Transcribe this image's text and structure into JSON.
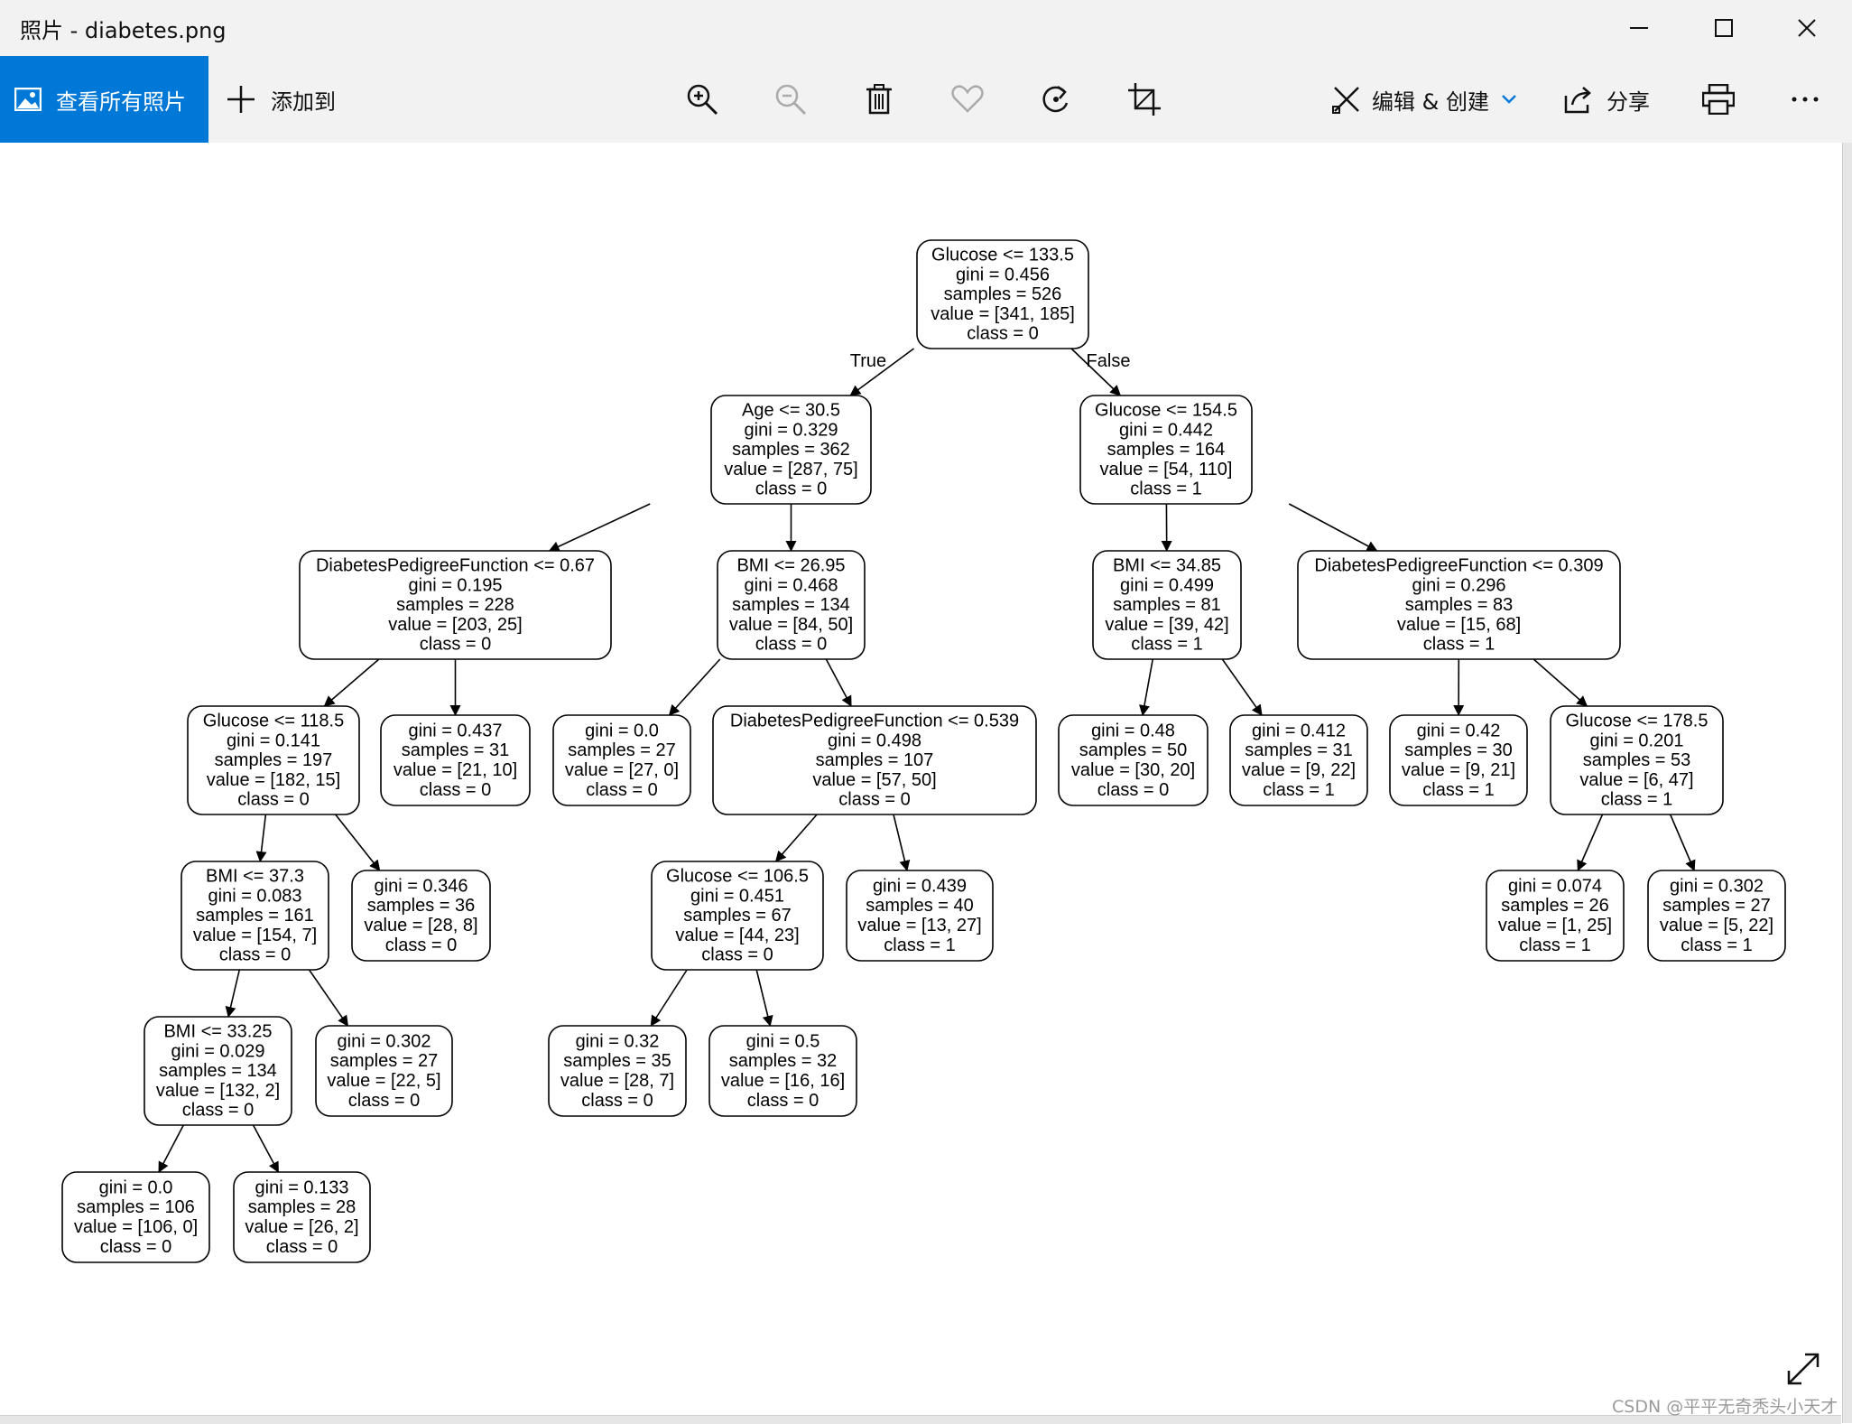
{
  "window": {
    "title": "照片 - diabetes.png"
  },
  "window_controls": {
    "minimize_icon": "minimize-icon",
    "maximize_icon": "maximize-icon",
    "close_icon": "close-icon"
  },
  "toolbar": {
    "view_all_label": "查看所有照片",
    "add_to_label": "添加到",
    "edit_create_label": "编辑 & 创建",
    "share_label": "分享",
    "accent_color": "#0078d7"
  },
  "tree": {
    "edge_labels": {
      "left": "True",
      "right": "False"
    },
    "nodes": [
      {
        "lines": [
          "Glucose <= 133.5",
          "gini = 0.456",
          "samples = 526",
          "value = [341, 185]",
          "class = 0"
        ]
      },
      {
        "lines": [
          "Age <= 30.5",
          "gini = 0.329",
          "samples = 362",
          "value = [287, 75]",
          "class = 0"
        ]
      },
      {
        "lines": [
          "Glucose <= 154.5",
          "gini = 0.442",
          "samples = 164",
          "value = [54, 110]",
          "class = 1"
        ]
      },
      {
        "lines": [
          "DiabetesPedigreeFunction <= 0.67",
          "gini = 0.195",
          "samples = 228",
          "value = [203, 25]",
          "class = 0"
        ]
      },
      {
        "lines": [
          "BMI <= 26.95",
          "gini = 0.468",
          "samples = 134",
          "value = [84, 50]",
          "class = 0"
        ]
      },
      {
        "lines": [
          "BMI <= 34.85",
          "gini = 0.499",
          "samples = 81",
          "value = [39, 42]",
          "class = 1"
        ]
      },
      {
        "lines": [
          "DiabetesPedigreeFunction <= 0.309",
          "gini = 0.296",
          "samples = 83",
          "value = [15, 68]",
          "class = 1"
        ]
      },
      {
        "lines": [
          "Glucose <= 118.5",
          "gini = 0.141",
          "samples = 197",
          "value = [182, 15]",
          "class = 0"
        ]
      },
      {
        "lines": [
          "gini = 0.437",
          "samples = 31",
          "value = [21, 10]",
          "class = 0"
        ]
      },
      {
        "lines": [
          "gini = 0.0",
          "samples = 27",
          "value = [27, 0]",
          "class = 0"
        ]
      },
      {
        "lines": [
          "DiabetesPedigreeFunction <= 0.539",
          "gini = 0.498",
          "samples = 107",
          "value = [57, 50]",
          "class = 0"
        ]
      },
      {
        "lines": [
          "gini = 0.48",
          "samples = 50",
          "value = [30, 20]",
          "class = 0"
        ]
      },
      {
        "lines": [
          "gini = 0.412",
          "samples = 31",
          "value = [9, 22]",
          "class = 1"
        ]
      },
      {
        "lines": [
          "gini = 0.42",
          "samples = 30",
          "value = [9, 21]",
          "class = 1"
        ]
      },
      {
        "lines": [
          "Glucose <= 178.5",
          "gini = 0.201",
          "samples = 53",
          "value = [6, 47]",
          "class = 1"
        ]
      },
      {
        "lines": [
          "BMI <= 37.3",
          "gini = 0.083",
          "samples = 161",
          "value = [154, 7]",
          "class = 0"
        ]
      },
      {
        "lines": [
          "gini = 0.346",
          "samples = 36",
          "value = [28, 8]",
          "class = 0"
        ]
      },
      {
        "lines": [
          "Glucose <= 106.5",
          "gini = 0.451",
          "samples = 67",
          "value = [44, 23]",
          "class = 0"
        ]
      },
      {
        "lines": [
          "gini = 0.439",
          "samples = 40",
          "value = [13, 27]",
          "class = 1"
        ]
      },
      {
        "lines": [
          "gini = 0.074",
          "samples = 26",
          "value = [1, 25]",
          "class = 1"
        ]
      },
      {
        "lines": [
          "gini = 0.302",
          "samples = 27",
          "value = [5, 22]",
          "class = 1"
        ]
      },
      {
        "lines": [
          "BMI <= 33.25",
          "gini = 0.029",
          "samples = 134",
          "value = [132, 2]",
          "class = 0"
        ]
      },
      {
        "lines": [
          "gini = 0.302",
          "samples = 27",
          "value = [22, 5]",
          "class = 0"
        ]
      },
      {
        "lines": [
          "gini = 0.32",
          "samples = 35",
          "value = [28, 7]",
          "class = 0"
        ]
      },
      {
        "lines": [
          "gini = 0.5",
          "samples = 32",
          "value = [16, 16]",
          "class = 0"
        ]
      },
      {
        "lines": [
          "gini = 0.0",
          "samples = 106",
          "value = [106, 0]",
          "class = 0"
        ]
      },
      {
        "lines": [
          "gini = 0.133",
          "samples = 28",
          "value = [26, 2]",
          "class = 0"
        ]
      }
    ]
  },
  "watermark": "CSDN @平平无奇秃头小天才"
}
